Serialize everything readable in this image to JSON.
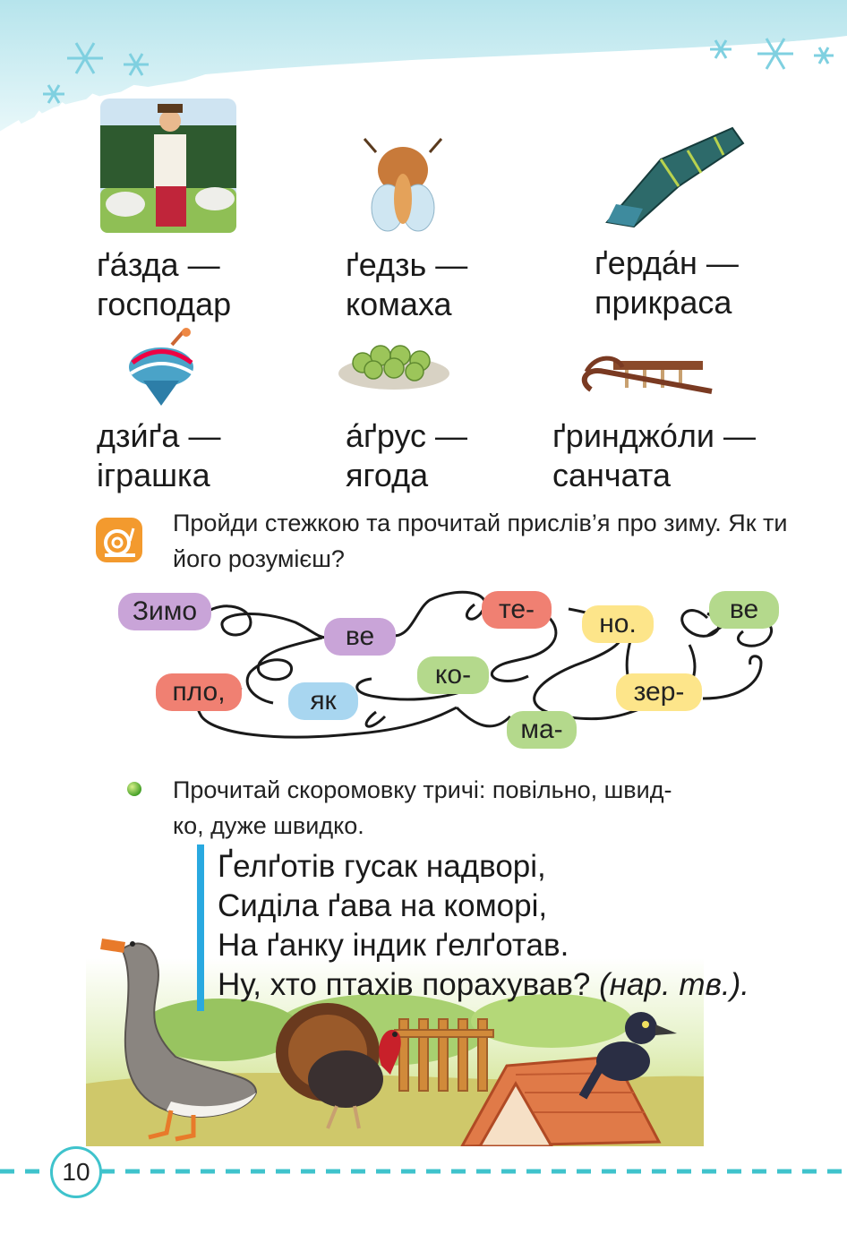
{
  "vocab": [
    {
      "word": "ґа́зда —",
      "meaning": "господар",
      "icon": "farmer-icon"
    },
    {
      "word": "ґедзь —",
      "meaning": "комаха",
      "icon": "gadfly-icon"
    },
    {
      "word": "ґерда́н —",
      "meaning": "прикраса",
      "icon": "necklace-icon"
    },
    {
      "word": "дзи́ґа —",
      "meaning": "іграшка",
      "icon": "spinning-top-icon"
    },
    {
      "word": "а́ґрус —",
      "meaning": "ягода",
      "icon": "gooseberry-icon"
    },
    {
      "word": "ґринджо́ли —",
      "meaning": "санчата",
      "icon": "sled-icon"
    }
  ],
  "task1": {
    "text": "Пройди стежкою та прочитай прислів’я про зиму. Як ти його розумієш?",
    "icon": "snail-icon"
  },
  "maze_words": [
    {
      "text": "Зимо",
      "color": "#c9a4d8"
    },
    {
      "text": "ве",
      "color": "#c9a4d8"
    },
    {
      "text": "те-",
      "color": "#f08072"
    },
    {
      "text": "но.",
      "color": "#fde58a"
    },
    {
      "text": "ве",
      "color": "#b4d98c"
    },
    {
      "text": "ко-",
      "color": "#b4d98c"
    },
    {
      "text": "пло,",
      "color": "#f08072"
    },
    {
      "text": "як",
      "color": "#a8d6f0"
    },
    {
      "text": "ма-",
      "color": "#b4d98c"
    },
    {
      "text": "зер-",
      "color": "#fde58a"
    }
  ],
  "task2": {
    "text": "Прочитай скоромовку тричі: повільно, швидко, дуже швидко.",
    "line1": "Прочитай скоромовку тричі: повільно, швид-",
    "line2": "ко, дуже швидко."
  },
  "poem": {
    "lines": [
      "Ґелґотів гусак надворі,",
      "Сиділа ґава на коморі,",
      "На ґанку індик ґелґотав."
    ],
    "last": "Ну, хто птахів порахував?",
    "note": "(нар. тв.)."
  },
  "illustrations": [
    "goose-icon",
    "turkey-icon",
    "crow-icon",
    "roof-icon",
    "fence-icon"
  ],
  "page_number": "10",
  "colors": {
    "accent": "#3fc3cc",
    "banner": "#c8ecf0",
    "bar": "#29a9e0"
  }
}
